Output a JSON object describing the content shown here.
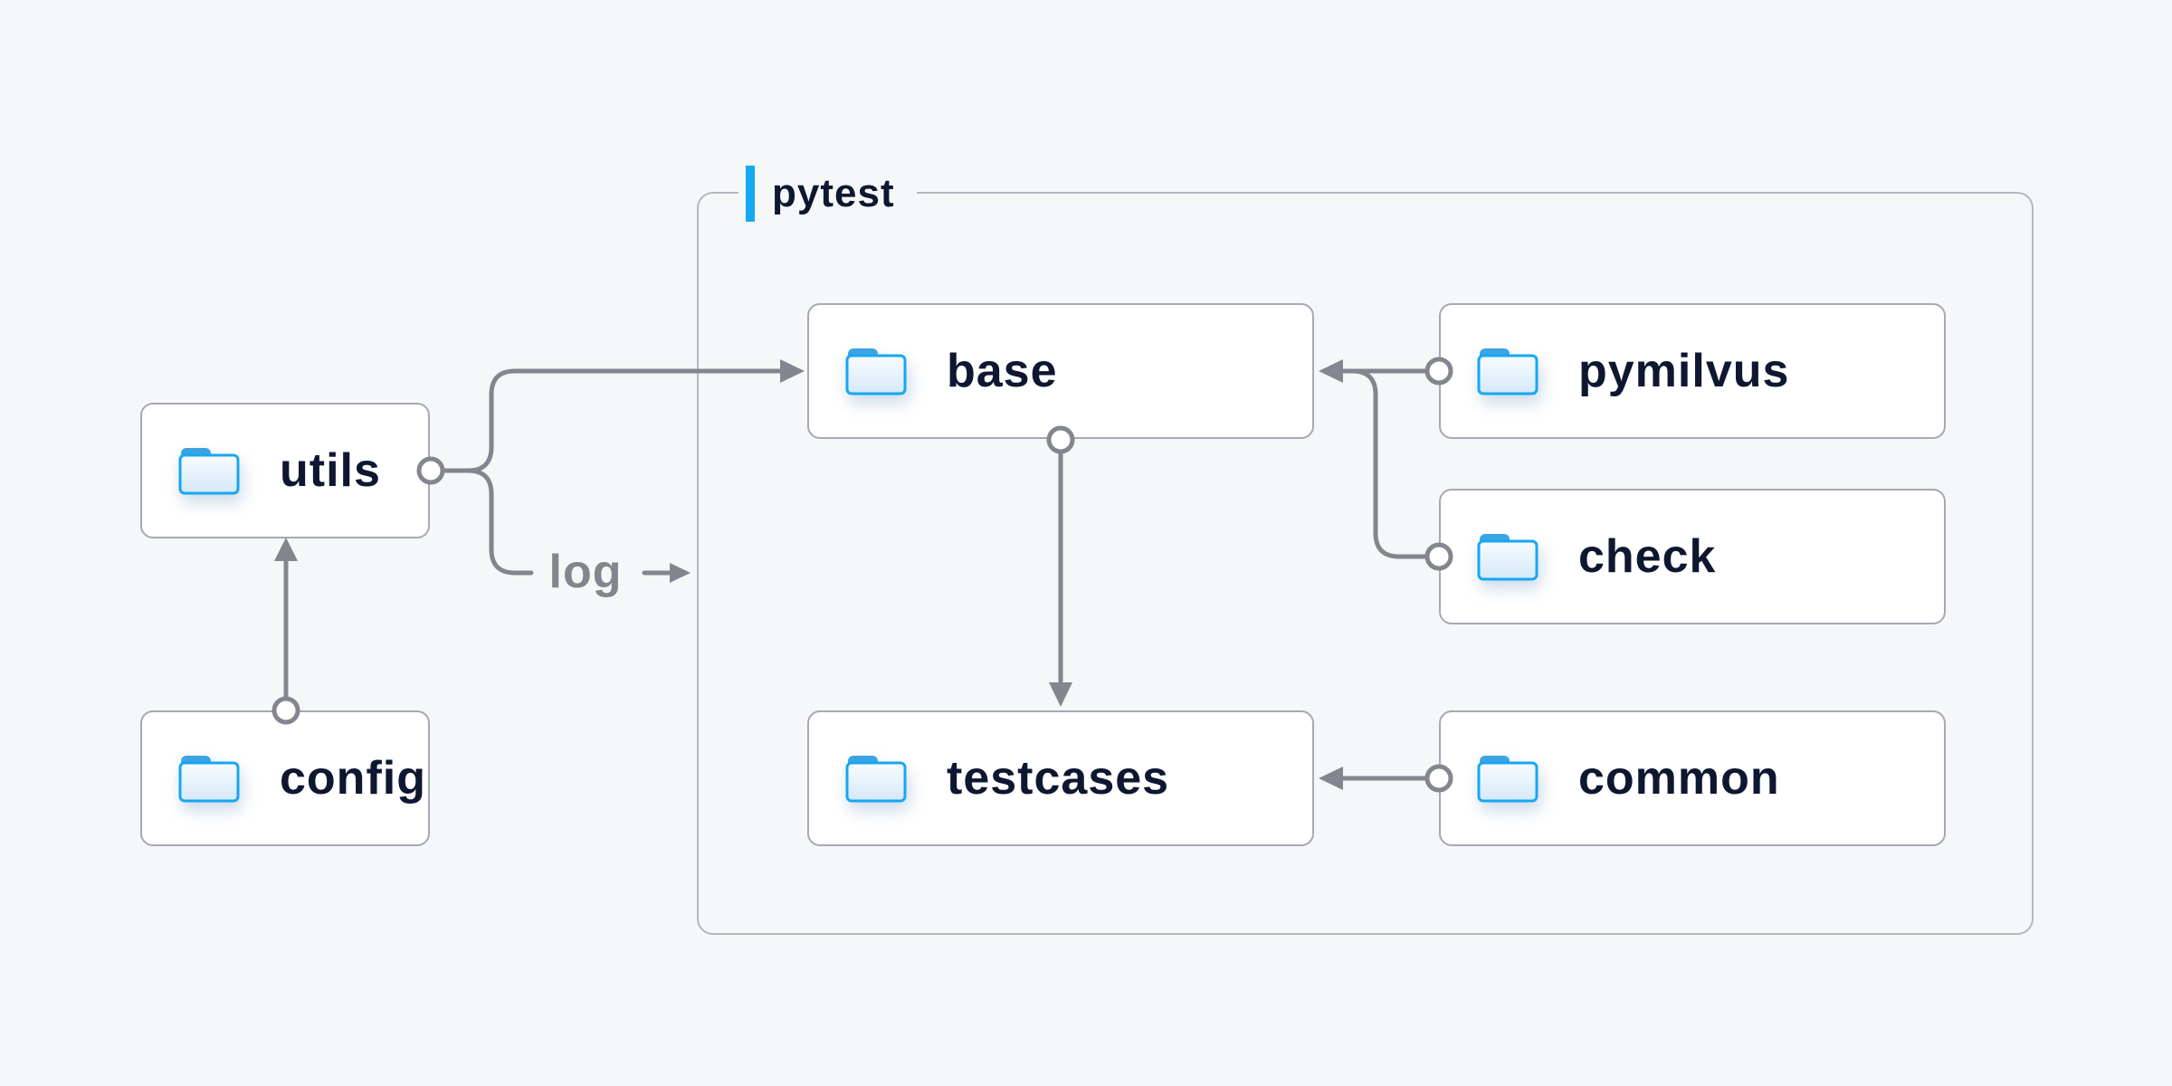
{
  "page": {
    "background": "#f6f7f8"
  },
  "diagram": {
    "group": {
      "label": "pytest",
      "accent_color": "#14a9f4",
      "border_color": "#b5b7c2"
    },
    "nodes": [
      {
        "id": "utils",
        "label": "utils"
      },
      {
        "id": "config",
        "label": "config"
      },
      {
        "id": "base",
        "label": "base"
      },
      {
        "id": "pymilvus",
        "label": "pymilvus"
      },
      {
        "id": "check",
        "label": "check"
      },
      {
        "id": "testcases",
        "label": "testcases"
      },
      {
        "id": "common",
        "label": "common"
      }
    ],
    "edge_label": {
      "text": "log"
    },
    "edges": [
      {
        "from": "config",
        "to": "utils"
      },
      {
        "from": "utils",
        "to": "base"
      },
      {
        "from": "utils",
        "to": "log-output",
        "label": "log"
      },
      {
        "from": "pymilvus",
        "to": "base"
      },
      {
        "from": "check",
        "to": "base"
      },
      {
        "from": "base",
        "to": "testcases"
      },
      {
        "from": "common",
        "to": "testcases"
      }
    ],
    "icons": {
      "node_icon": "folder-icon"
    },
    "colors": {
      "connector": "#83868f",
      "node_border": "#a6a8b4",
      "node_background": "#ffffff",
      "label_text": "#0e1730",
      "edge_label_text": "#83868f",
      "folder_stroke": "#17a7f1",
      "folder_tab": "#3da4e4",
      "folder_fill_top": "#f8fcff",
      "folder_fill_bottom": "#d4e8f7"
    }
  }
}
